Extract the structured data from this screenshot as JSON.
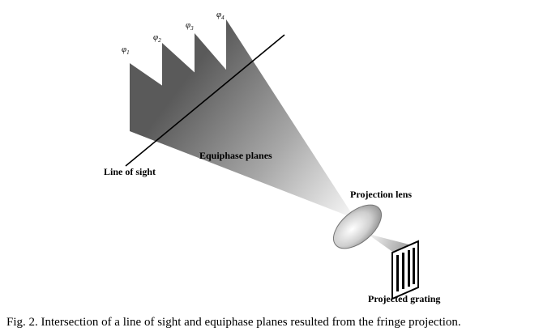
{
  "diagram": {
    "phase_labels": [
      {
        "symbol": "φ",
        "sub": "1"
      },
      {
        "symbol": "φ",
        "sub": "2"
      },
      {
        "symbol": "φ",
        "sub": "3"
      },
      {
        "symbol": "φ",
        "sub": "4"
      }
    ],
    "line_of_sight_label": "Line of sight",
    "equiphase_label": "Equiphase planes",
    "projection_lens_label": "Projection lens",
    "projected_grating_label": "Projected grating"
  },
  "caption": "Fig. 2. Intersection of a line of sight and equiphase planes resulted from the fringe projection."
}
